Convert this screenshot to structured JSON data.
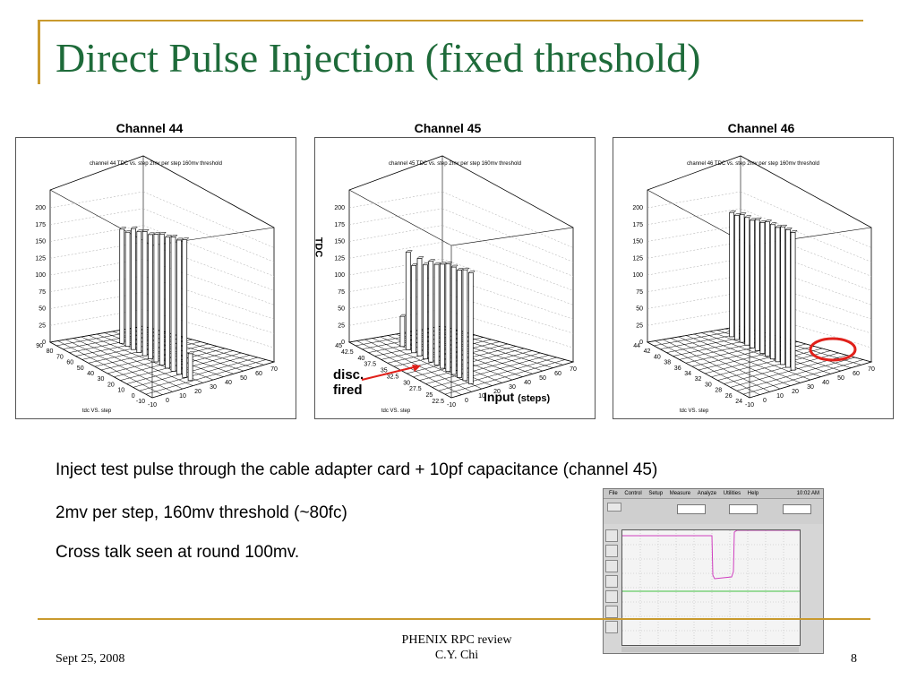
{
  "slide": {
    "title": "Direct Pulse Injection (fixed threshold)",
    "bullets": [
      "Inject test pulse through the cable adapter card + 10pf capacitance  (channel 45)",
      "2mv per step, 160mv threshold (~80fc)",
      "Cross talk seen at round 100mv."
    ],
    "footer": {
      "date": "Sept 25, 2008",
      "center_line1": "PHENIX RPC review",
      "center_line2": "C.Y. Chi",
      "page": "8"
    },
    "annotations": {
      "tdc_axis": "TDC",
      "disc_line1": "disc.",
      "disc_line2": "fired",
      "input": "Input",
      "input_unit": "(steps)"
    }
  },
  "colors": {
    "title": "#1e6b3a",
    "rule": "#c99a2e",
    "arrow": "#e0201a",
    "circle": "#e0201a",
    "scope_magenta": "#d040c0",
    "scope_green": "#40c040"
  },
  "chart_data": [
    {
      "type": "bar",
      "label": "Channel 44",
      "title": "channel 44 TDC vs. step 2mv per step 160mv threshold",
      "xlabel": "tdc VS. step",
      "z_ticks": [
        "0",
        "25",
        "50",
        "75",
        "100",
        "125",
        "150",
        "175",
        "200"
      ],
      "x_ticks": [
        "-10",
        "0",
        "10",
        "20",
        "30",
        "40",
        "50",
        "60",
        "70"
      ],
      "y_ticks": [
        "-10",
        "0",
        "10",
        "20",
        "30",
        "40",
        "50",
        "60",
        "70",
        "80",
        "90"
      ],
      "zlim": [
        0,
        200
      ],
      "values": [
        170,
        170,
        180,
        180,
        185,
        185,
        190,
        195,
        195,
        200,
        200,
        205,
        40
      ]
    },
    {
      "type": "bar",
      "label": "Channel 45",
      "title": "channel 45 TDC vs. step 2mv per step 160mv threshold",
      "xlabel": "tdc VS. step",
      "z_ticks": [
        "0",
        "25",
        "50",
        "75",
        "100",
        "125",
        "150",
        "175",
        "200"
      ],
      "x_ticks": [
        "-10",
        "0",
        "10",
        "20",
        "30",
        "40",
        "50",
        "60",
        "70"
      ],
      "y_ticks": [
        "22.5",
        "25",
        "27.5",
        "30",
        "32.5",
        "35",
        "37.5",
        "40",
        "42.5",
        "45"
      ],
      "zlim": [
        0,
        200
      ],
      "values": [
        45,
        145,
        130,
        145,
        140,
        150,
        150,
        155,
        160,
        160,
        160,
        165,
        165
      ]
    },
    {
      "type": "bar",
      "label": "Channel 46",
      "title": "channel 46 TDC vs. step 2mv per step 160mv threshold",
      "xlabel": "tdc VS. step",
      "z_ticks": [
        "0",
        "25",
        "50",
        "75",
        "100",
        "125",
        "150",
        "175",
        "200"
      ],
      "x_ticks": [
        "-10",
        "0",
        "10",
        "20",
        "30",
        "40",
        "50",
        "60",
        "70"
      ],
      "y_ticks": [
        "24",
        "26",
        "28",
        "30",
        "32",
        "34",
        "36",
        "38",
        "40",
        "42",
        "44"
      ],
      "zlim": [
        0,
        200
      ],
      "values": [
        185,
        185,
        190,
        190,
        190,
        195,
        195,
        200,
        200,
        200,
        205,
        205,
        205
      ]
    }
  ],
  "scope": {
    "menu": [
      "File",
      "Control",
      "Setup",
      "Measure",
      "Analyze",
      "Utilities",
      "Help"
    ],
    "time": "10:02 AM"
  }
}
